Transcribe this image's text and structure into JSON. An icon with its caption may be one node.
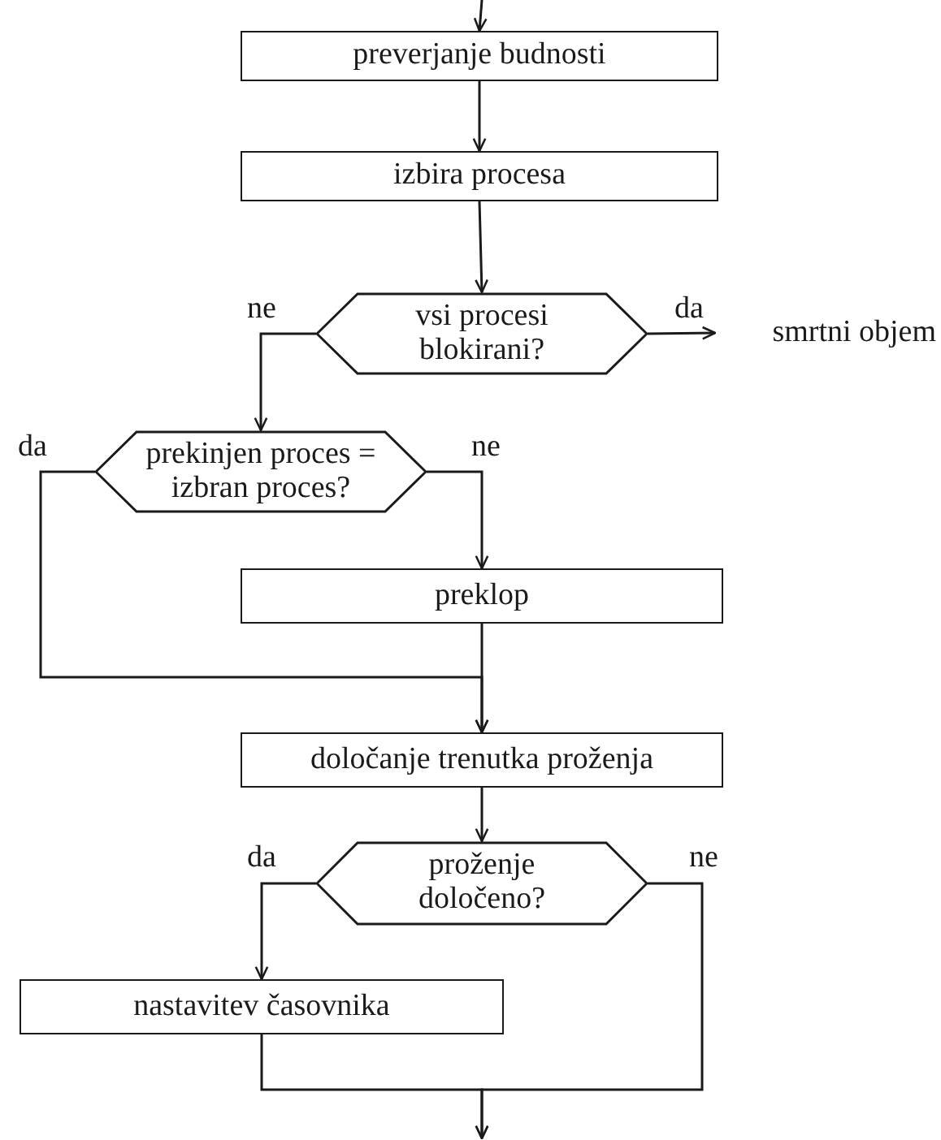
{
  "diagram": {
    "nodes": [
      {
        "text": [
          "preverjanje budnosti"
        ]
      },
      {
        "text": [
          "izbira procesa"
        ]
      },
      {
        "text": [
          "vsi procesi blokirani?"
        ]
      },
      {
        "text": [
          "smrtni objem"
        ]
      },
      {
        "text": [
          "prekinjen proces = izbran proces?"
        ]
      },
      {
        "text": [
          "preklop"
        ]
      },
      {
        "text": [
          "določanje trenutka proženja"
        ]
      },
      {
        "text": [
          "proženje določeno?"
        ]
      },
      {
        "text": [
          "nastavitev časovnika"
        ]
      }
    ],
    "edges": [
      {
        "from": null,
        "to": 0,
        "arrow": "to"
      },
      {
        "from": 0,
        "to": 1,
        "arrow": "to"
      },
      {
        "from": 1,
        "to": 2,
        "arrow": "to"
      },
      {
        "from": 2,
        "to": 3,
        "arrow": "to",
        "label": "da"
      },
      {
        "from": 2,
        "to": 4,
        "arrow": "to",
        "label": "ne"
      },
      {
        "from": 4,
        "to": 5,
        "arrow": "to",
        "label": "ne"
      },
      {
        "from": 4,
        "to": 6,
        "arrow": "to",
        "label": "da"
      },
      {
        "from": 5,
        "to": 6,
        "arrow": "to"
      },
      {
        "from": 6,
        "to": 7,
        "arrow": "to"
      },
      {
        "from": 7,
        "to": 8,
        "arrow": "to",
        "label": "da"
      },
      {
        "from": 7,
        "to": null,
        "arrow": "to",
        "label": "ne"
      },
      {
        "from": 8,
        "to": null,
        "arrow": "to"
      }
    ]
  }
}
